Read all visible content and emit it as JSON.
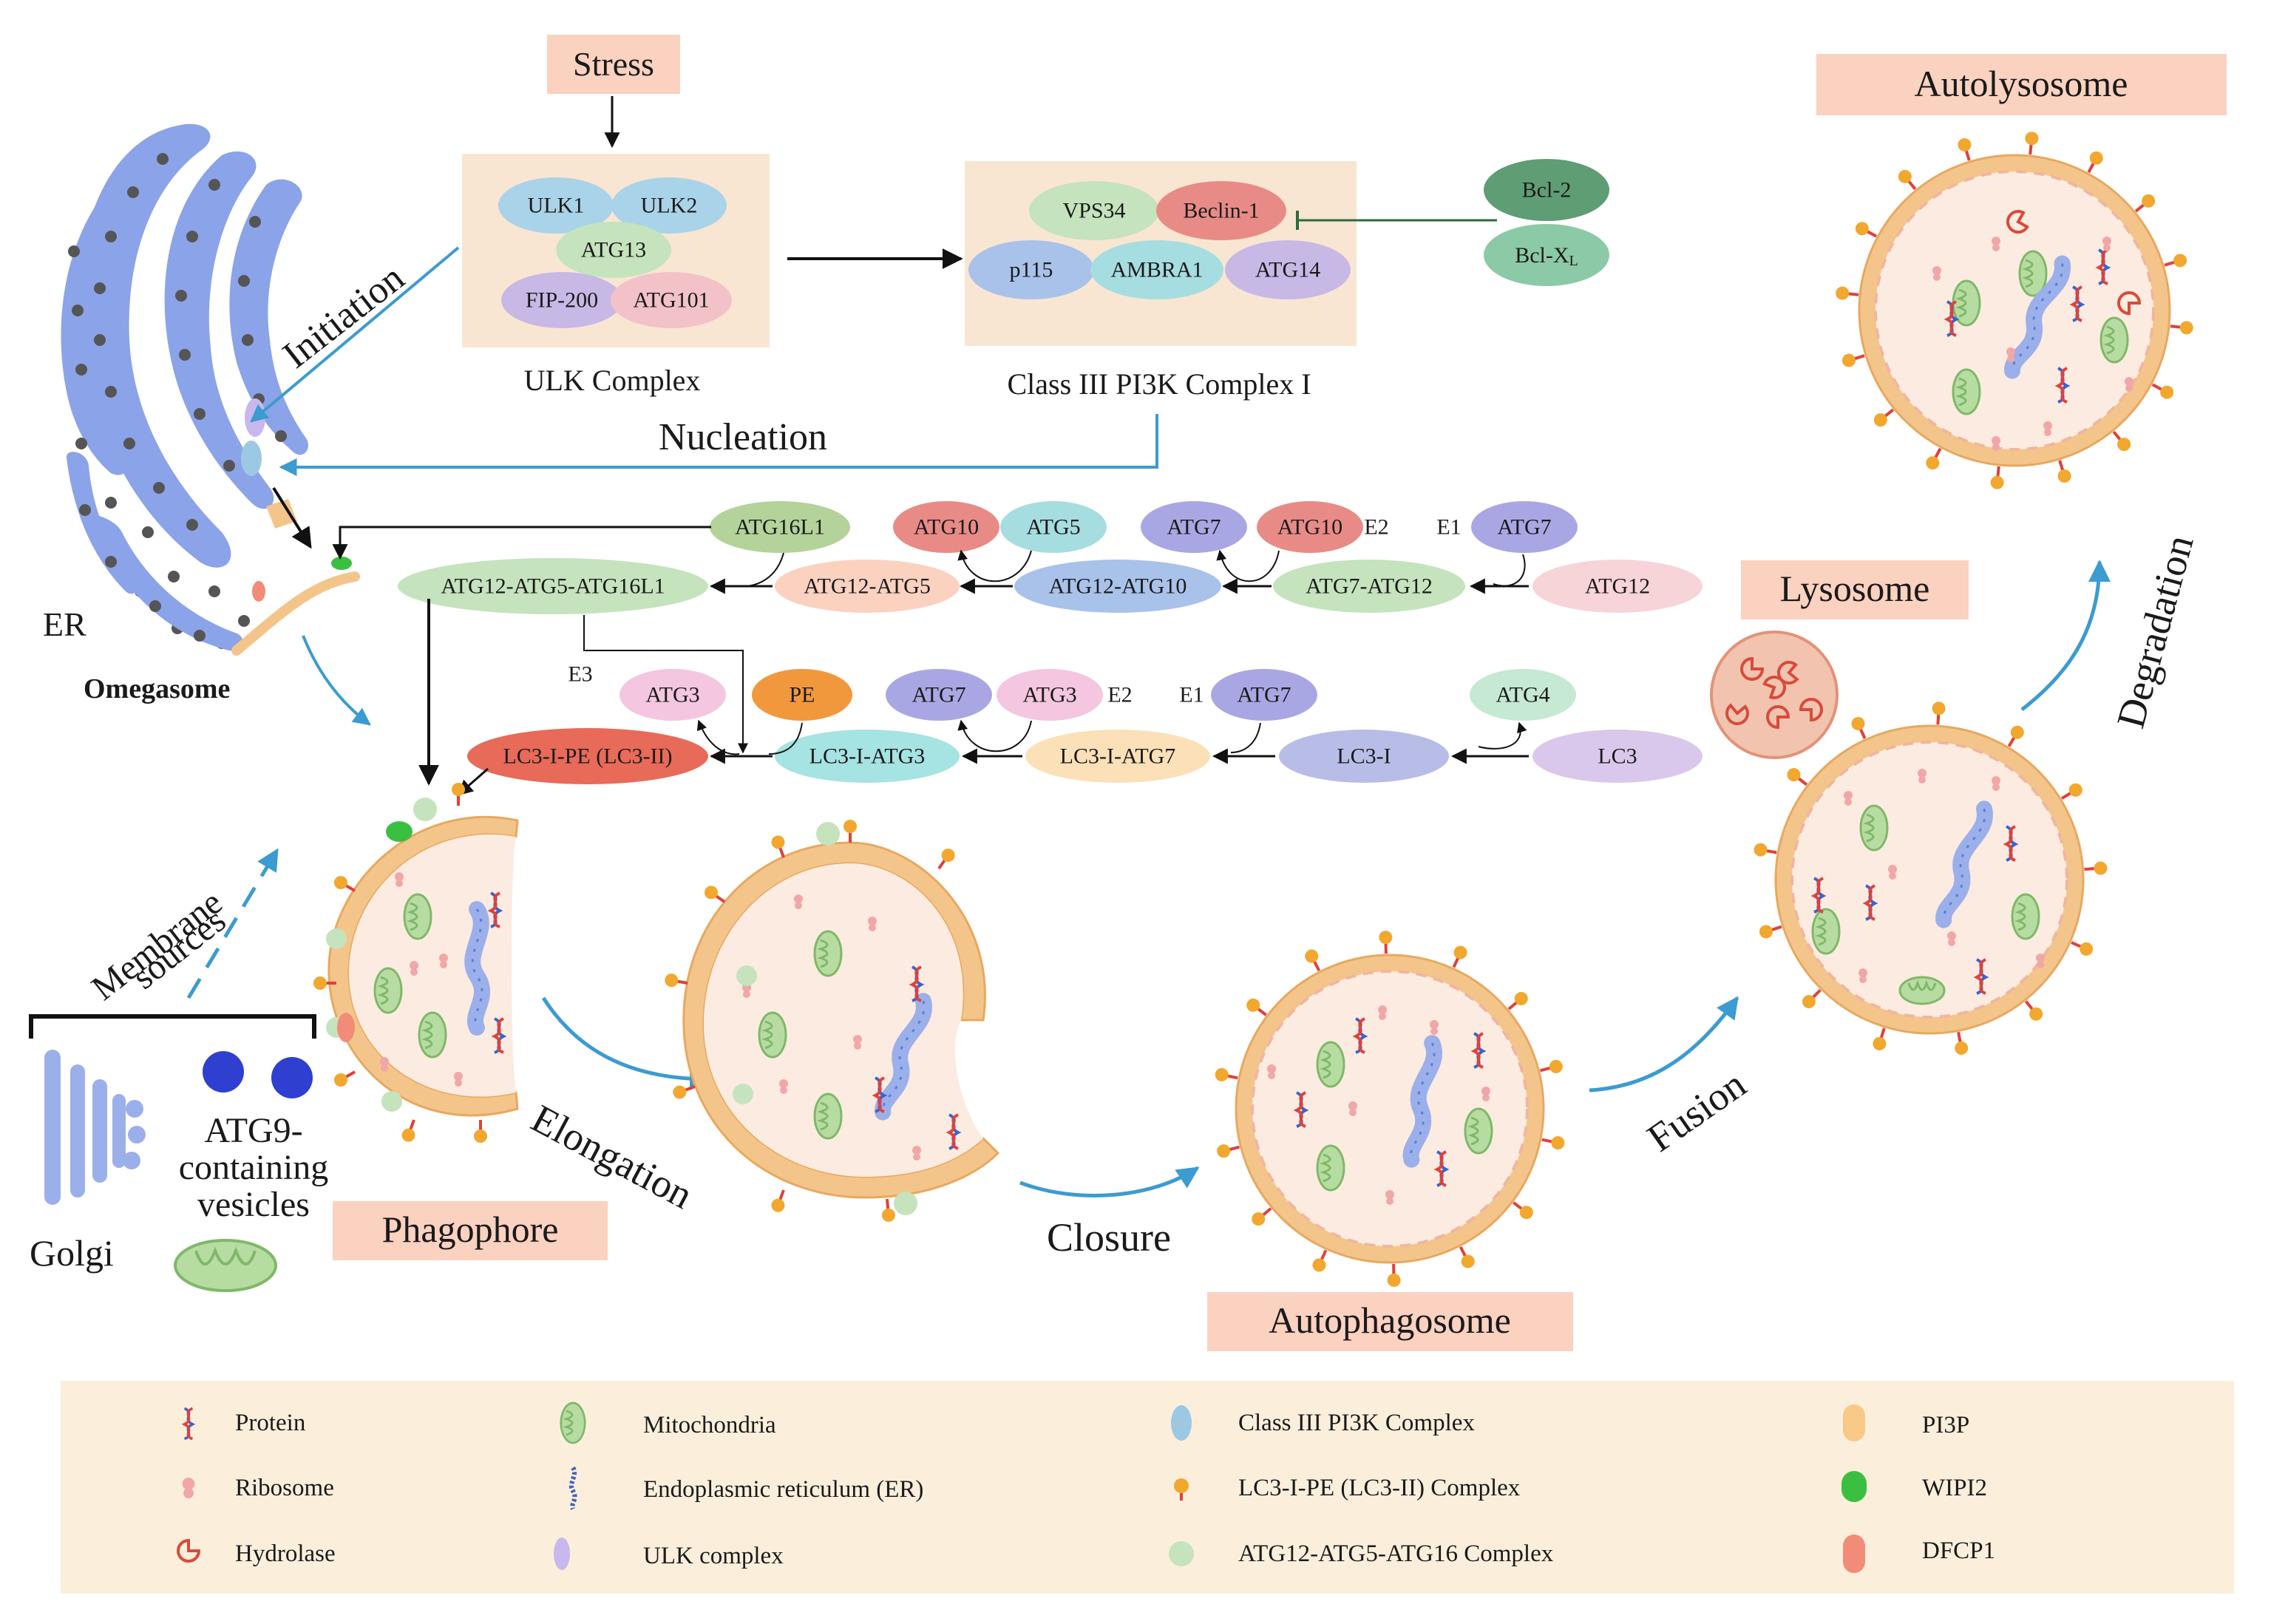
{
  "stages": {
    "stress": "Stress",
    "autolysosome": "Autolysosome",
    "lysosome": "Lysosome",
    "phagophore": "Phagophore",
    "autophagosome": "Autophagosome"
  },
  "processes": {
    "initiation": "Initiation",
    "nucleation": "Nucleation",
    "elongation": "Elongation",
    "closure": "Closure",
    "fusion": "Fusion",
    "degradation": "Degradation",
    "membrane_sources": [
      "Membrane",
      "sources"
    ]
  },
  "labels": {
    "er": "ER",
    "omegasome": "Omegasome",
    "golgi": "Golgi",
    "atg9_vesicles": [
      "ATG9-",
      "containing",
      "vesicles"
    ]
  },
  "ulk_complex": {
    "title": "ULK Complex",
    "members": [
      "ULK1",
      "ULK2",
      "ATG13",
      "FIP-200",
      "ATG101"
    ]
  },
  "pi3k_complex": {
    "title": "Class III PI3K Complex I",
    "members": [
      "VPS34",
      "Beclin-1",
      "p115",
      "AMBRA1",
      "ATG14"
    ],
    "inhibitors": [
      "Bcl-2",
      "Bcl-X",
      "L"
    ]
  },
  "atg12_pathway": {
    "nodes": [
      "ATG16L1",
      "ATG10",
      "ATG5",
      "ATG7",
      "ATG10",
      "ATG7",
      "ATG12-ATG5-ATG16L1",
      "ATG12-ATG5",
      "ATG12-ATG10",
      "ATG7-ATG12",
      "ATG12"
    ],
    "enzyme_tags": [
      "E2",
      "E1",
      "E3"
    ]
  },
  "lc3_pathway": {
    "nodes": [
      "ATG3",
      "PE",
      "ATG7",
      "ATG3",
      "ATG7",
      "ATG4",
      "LC3-I-PE (LC3-II)",
      "LC3-I-ATG3",
      "LC3-I-ATG7",
      "LC3-I",
      "LC3"
    ],
    "enzyme_tags": [
      "E2",
      "E1"
    ]
  },
  "legend": [
    {
      "icon": "protein-icon",
      "label": "Protein"
    },
    {
      "icon": "ribosome-icon",
      "label": "Ribosome"
    },
    {
      "icon": "hydrolase-icon",
      "label": "Hydrolase"
    },
    {
      "icon": "mitochondria-icon",
      "label": "Mitochondria"
    },
    {
      "icon": "endoplasmic-reticulum-icon",
      "label": "Endoplasmic reticulum (ER)"
    },
    {
      "icon": "ulk-complex-icon",
      "label": "ULK complex"
    },
    {
      "icon": "class-iii-pi3k-complex-icon",
      "label": "Class III PI3K Complex"
    },
    {
      "icon": "lc3-ii-complex-icon",
      "label": "LC3-I-PE (LC3-II) Complex"
    },
    {
      "icon": "atg12-atg5-atg16-complex-icon",
      "label": "ATG12-ATG5-ATG16 Complex"
    },
    {
      "icon": "pi3p-icon",
      "label": "PI3P"
    },
    {
      "icon": "wipi2-icon",
      "label": "WIPI2"
    },
    {
      "icon": "dfcp1-icon",
      "label": "DFCP1"
    }
  ],
  "colors": {
    "stage_box": "#fbd1c0",
    "complex_box": "#f8e6d2",
    "legend_bg": "#fbefdc",
    "arrow_blue": "#3c9bd0",
    "er_blue": "#8ba3e8",
    "membrane_outer": "#f4c58a",
    "membrane_inner": "#fbe6d8"
  }
}
